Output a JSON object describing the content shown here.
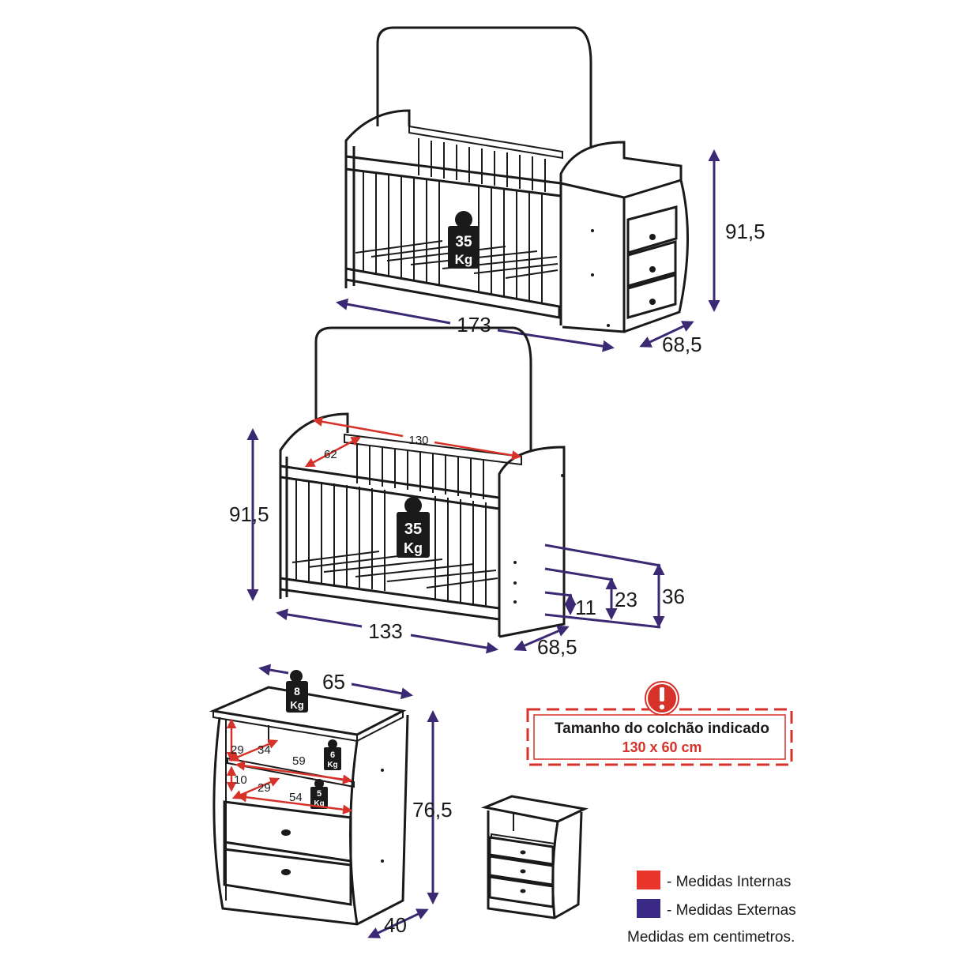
{
  "colors": {
    "external": "#3b2a73",
    "internal": "#d6322a",
    "ink": "#1a1a1a",
    "notice_border": "#d6322a",
    "notice_text": "#d6322a"
  },
  "crib_combo": {
    "width": "173",
    "depth": "68,5",
    "height": "91,5",
    "weight_value": "35",
    "weight_unit": "Kg"
  },
  "crib_only": {
    "width": "133",
    "depth": "68,5",
    "height": "91,5",
    "inner_length": "130",
    "inner_width": "62",
    "level_low": "11",
    "level_mid": "23",
    "level_high": "36",
    "weight_value": "35",
    "weight_unit": "Kg"
  },
  "dresser": {
    "width": "65",
    "depth": "40",
    "height": "76,5",
    "shelf1_height": "29",
    "shelf1_depth": "34",
    "shelf1_width": "59",
    "shelf2_height": "10",
    "shelf2_depth": "29",
    "shelf2_width": "54",
    "top_weight_value": "8",
    "shelf1_weight_value": "6",
    "shelf2_weight_value": "5",
    "weight_unit": "Kg"
  },
  "notice": {
    "icon": "exclamation-icon",
    "line1": "Tamanho do colchão indicado",
    "line2": "130 x 60 cm"
  },
  "legend": {
    "internal_label": "- Medidas Internas",
    "external_label": "- Medidas Externas",
    "units_note": "Medidas em centimetros."
  }
}
